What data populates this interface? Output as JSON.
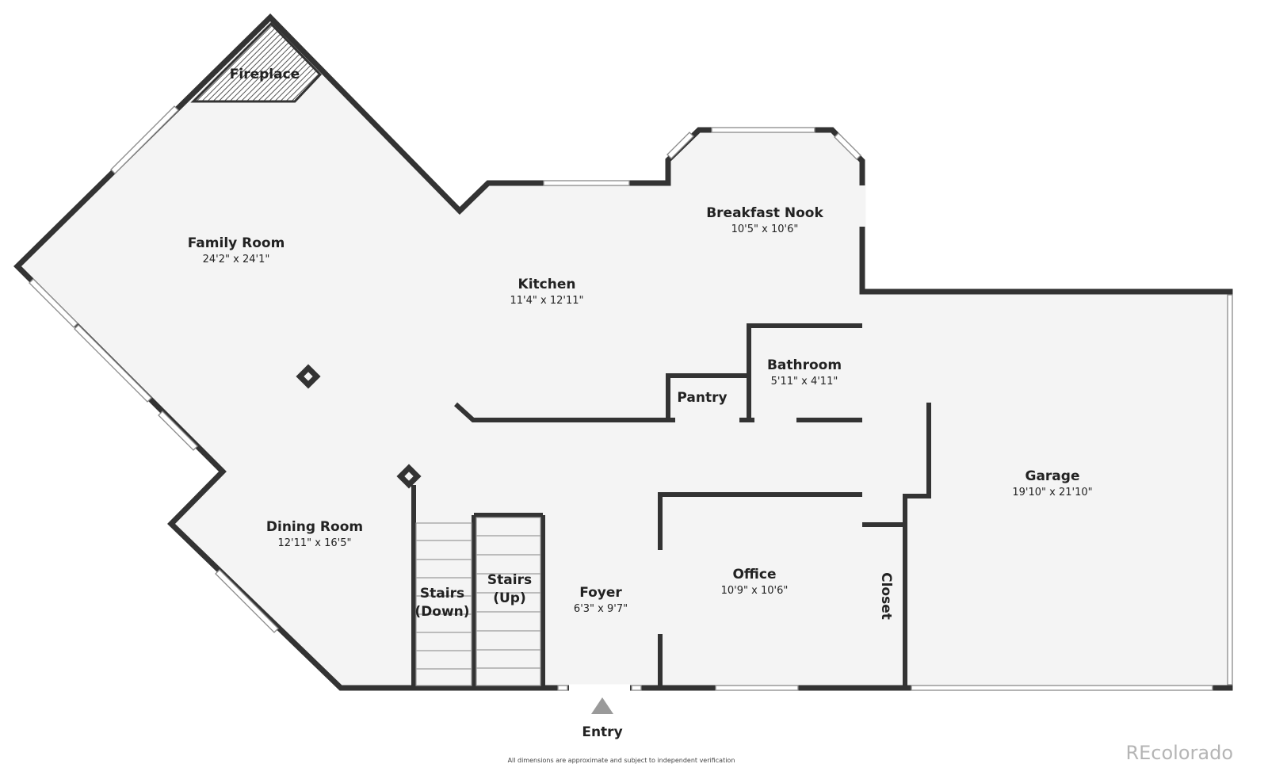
{
  "rooms": {
    "fireplace": {
      "name": "Fireplace"
    },
    "family_room": {
      "name": "Family Room",
      "dims": "24'2\" x 24'1\""
    },
    "kitchen": {
      "name": "Kitchen",
      "dims": "11'4\" x 12'11\""
    },
    "breakfast_nook": {
      "name": "Breakfast Nook",
      "dims": "10'5\" x 10'6\""
    },
    "bathroom": {
      "name": "Bathroom",
      "dims": "5'11\" x 4'11\""
    },
    "pantry": {
      "name": "Pantry"
    },
    "garage": {
      "name": "Garage",
      "dims": "19'10\" x 21'10\""
    },
    "dining_room": {
      "name": "Dining Room",
      "dims": "12'11\" x 16'5\""
    },
    "stairs_down": {
      "line1": "Stairs",
      "line2": "(Down)"
    },
    "stairs_up": {
      "line1": "Stairs",
      "line2": "(Up)"
    },
    "foyer": {
      "name": "Foyer",
      "dims": "6'3\" x 9'7\""
    },
    "office": {
      "name": "Office",
      "dims": "10'9\" x 10'6\""
    },
    "closet": {
      "name": "Closet"
    }
  },
  "entry": {
    "label": "Entry"
  },
  "disclaimer": "All dimensions are approximate and subject to independent verification",
  "brand": "REcolorado",
  "colors": {
    "wall": "#333333",
    "floor": "#f4f4f4",
    "brand": "#b5b5b5"
  }
}
